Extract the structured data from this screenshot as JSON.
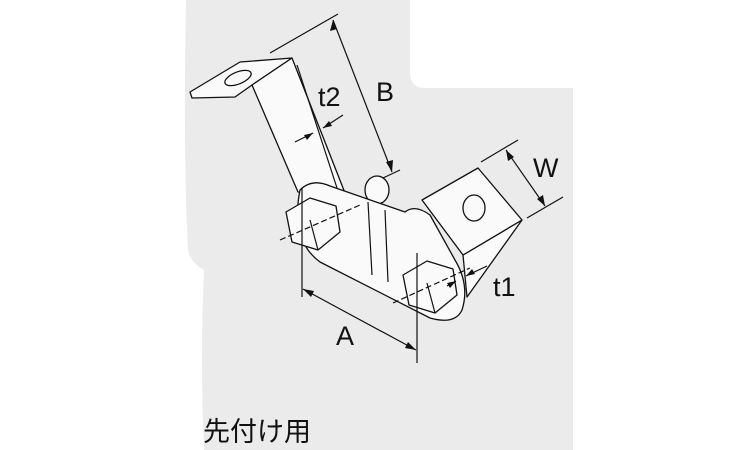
{
  "diagram": {
    "labels": {
      "B": "B",
      "t2": "t2",
      "W": "W",
      "t1": "t1",
      "A": "A"
    },
    "caption": "先付け用",
    "colors": {
      "background": "#ebebeb",
      "line": "#111111",
      "part_fill": "#fafafa"
    }
  }
}
